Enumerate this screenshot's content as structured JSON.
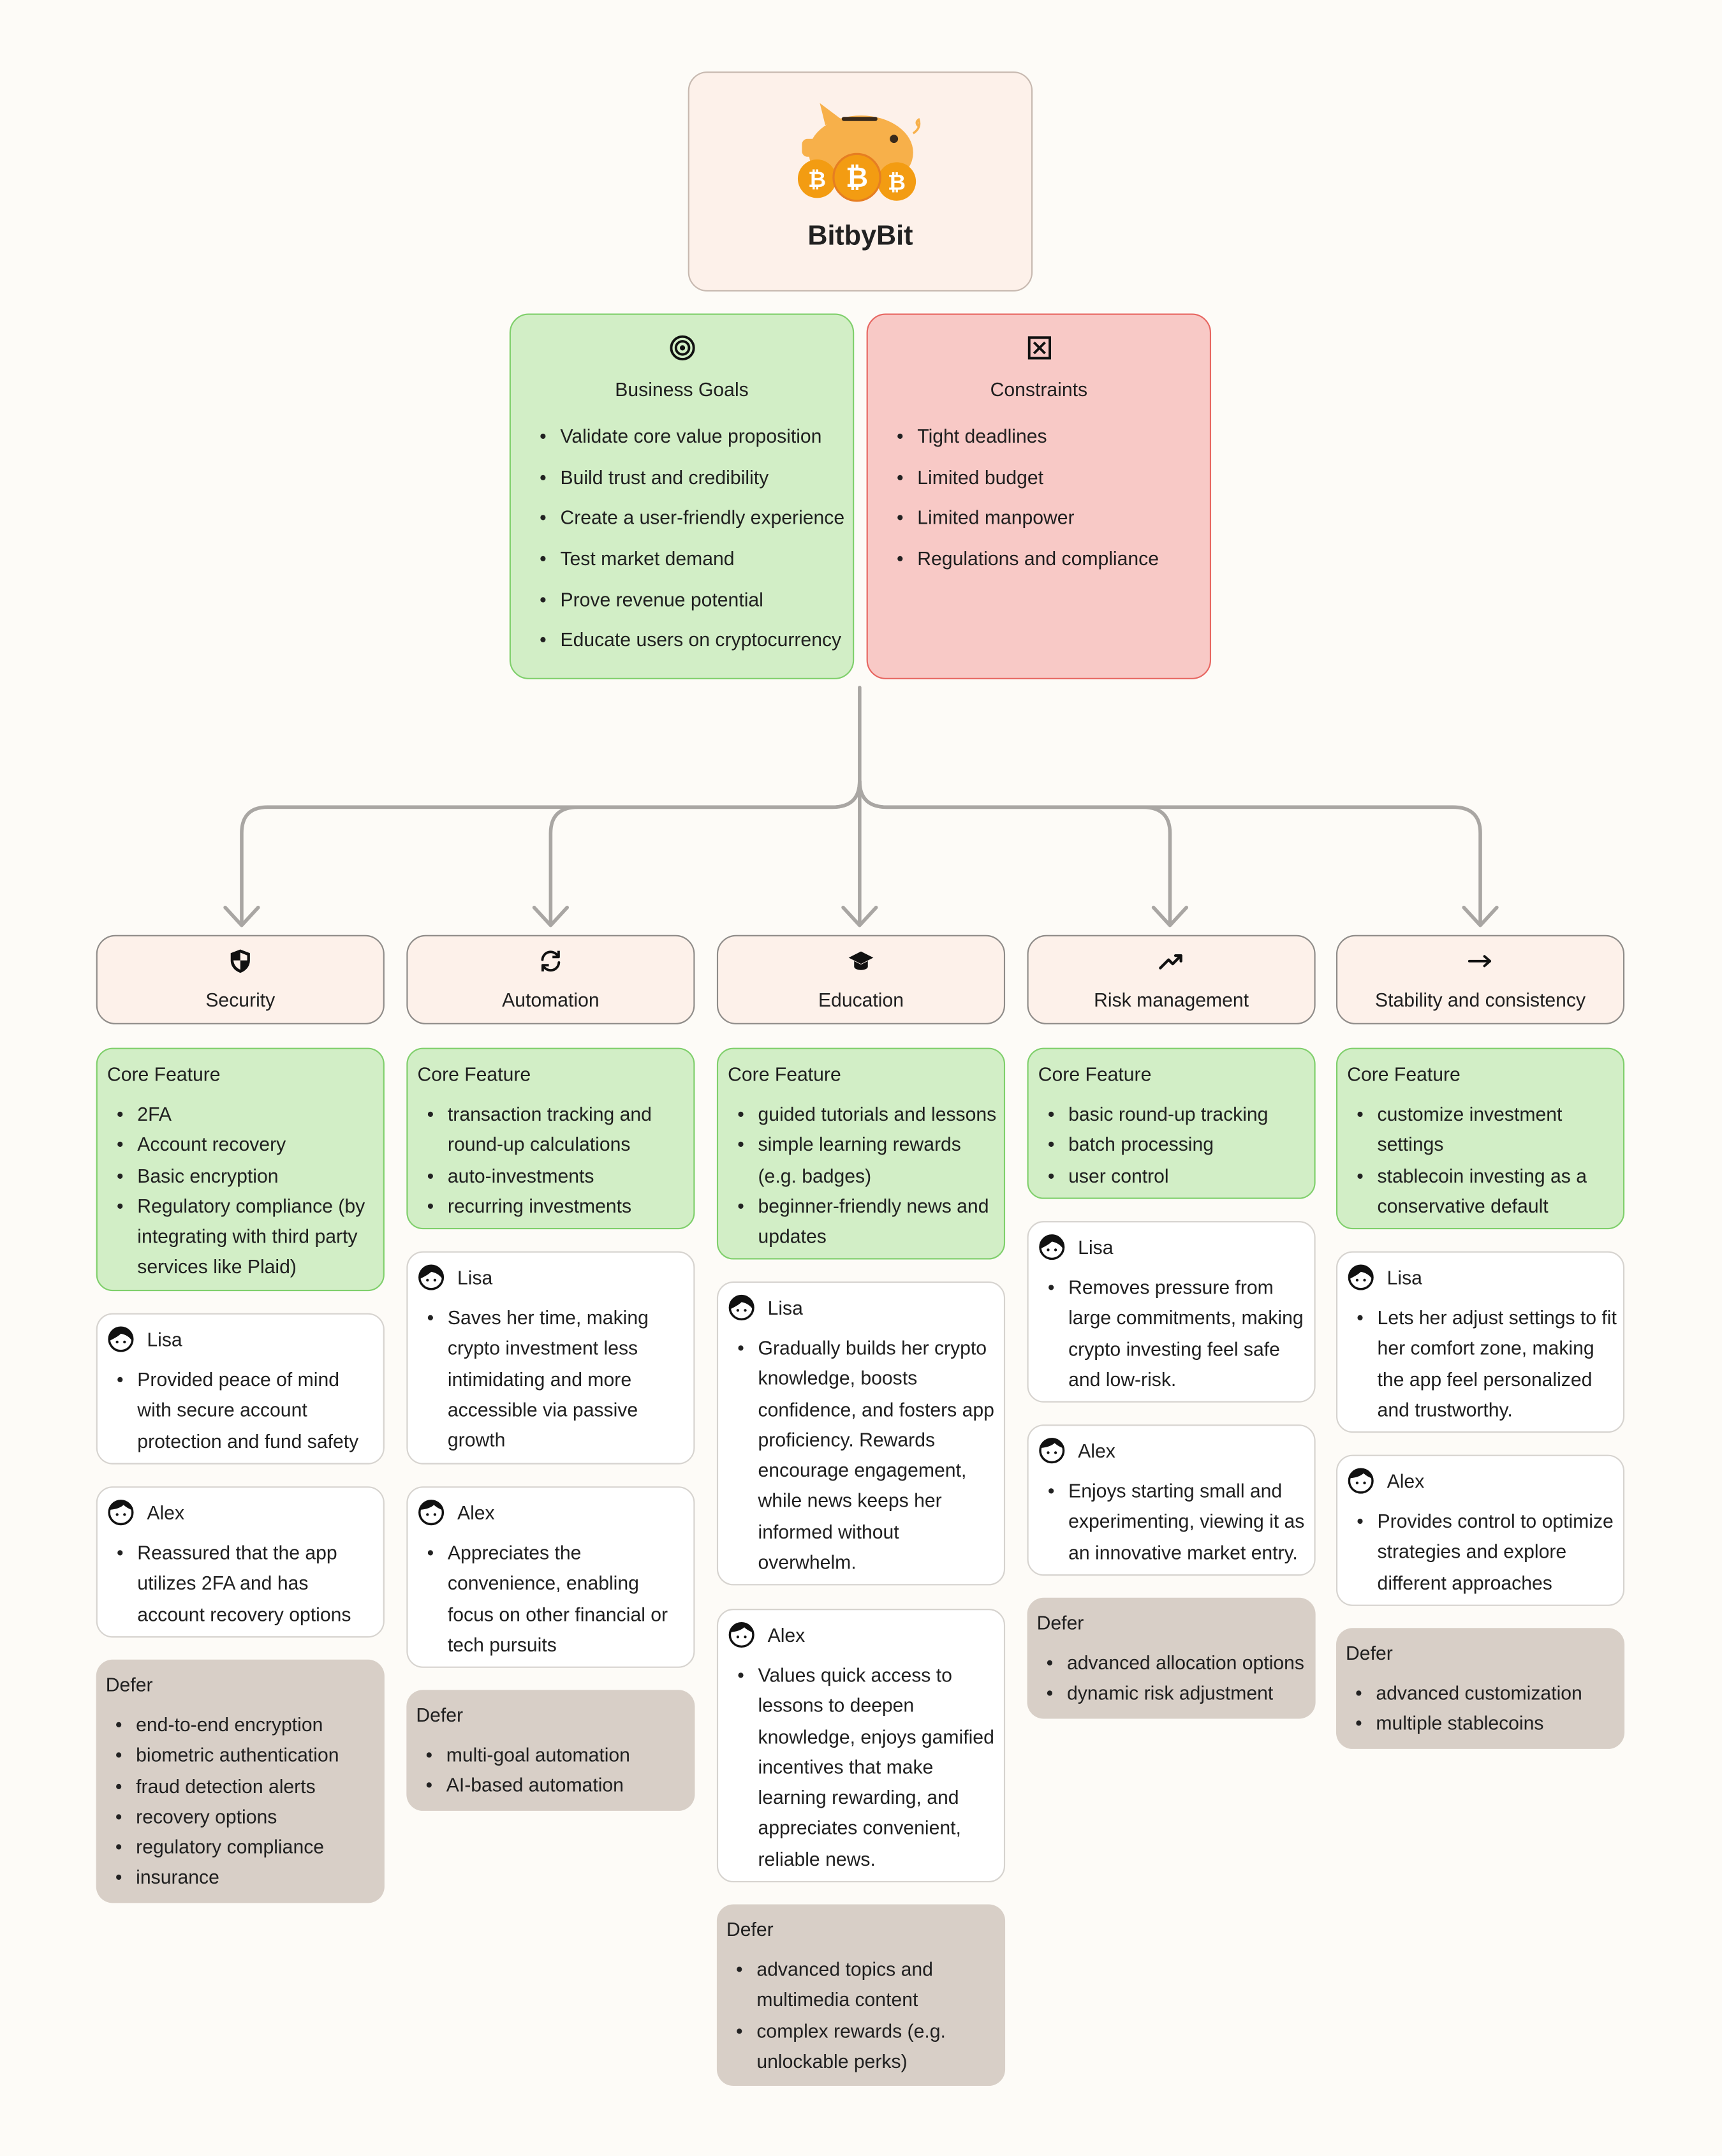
{
  "brand": {
    "name": "BitbyBit"
  },
  "business_goals": {
    "icon": "target-icon",
    "title": "Business Goals",
    "items": [
      "Validate core value proposition",
      "Build trust and credibility",
      "Create a user-friendly experience",
      "Test market demand",
      "Prove revenue potential",
      "Educate users on cryptocurrency"
    ]
  },
  "constraints": {
    "icon": "x-box-icon",
    "title": "Constraints",
    "items": [
      "Tight deadlines",
      "Limited budget",
      "Limited manpower",
      "Regulations and compliance"
    ]
  },
  "colors": {
    "green_bg": "#d2eec6",
    "green_border": "#7fcf6b",
    "red_bg": "#f8c9c6",
    "red_border": "#e76661",
    "defer_bg": "#d8cfc7",
    "header_bg": "#fdf1ea"
  },
  "categories": [
    {
      "title": "Security",
      "icon": "shield-icon",
      "core": {
        "title": "Core Feature",
        "items": [
          "2FA",
          "Account recovery",
          "Basic encryption",
          "Regulatory compliance (by integrating with third party services like Plaid)"
        ]
      },
      "lisa": {
        "title": "Lisa",
        "items": [
          "Provided peace of mind with secure account protection and fund safety"
        ]
      },
      "alex": {
        "title": "Alex",
        "items": [
          "Reassured that the app utilizes 2FA and has account recovery options"
        ]
      },
      "defer": {
        "title": "Defer",
        "items": [
          "end-to-end encryption",
          "biometric authentication",
          "fraud detection alerts",
          "recovery options",
          "regulatory compliance",
          "insurance"
        ]
      }
    },
    {
      "title": "Automation",
      "icon": "refresh-icon",
      "core": {
        "title": "Core Feature",
        "items": [
          "transaction tracking and round-up calculations",
          "auto-investments",
          "recurring investments"
        ]
      },
      "lisa": {
        "title": "Lisa",
        "items": [
          "Saves her time, making crypto investment less intimidating and more accessible via passive growth"
        ]
      },
      "alex": {
        "title": "Alex",
        "items": [
          "Appreciates the convenience, enabling focus on other financial or tech pursuits"
        ]
      },
      "defer": {
        "title": "Defer",
        "items": [
          "multi-goal automation",
          "AI-based automation"
        ]
      }
    },
    {
      "title": "Education",
      "icon": "graduation-cap-icon",
      "core": {
        "title": "Core Feature",
        "items": [
          "guided tutorials and lessons",
          "simple learning rewards (e.g. badges)",
          "beginner-friendly news and updates"
        ]
      },
      "lisa": {
        "title": "Lisa",
        "items": [
          "Gradually builds her crypto knowledge, boosts confidence, and fosters app proficiency. Rewards encourage engagement, while news keeps her informed without overwhelm."
        ]
      },
      "alex": {
        "title": "Alex",
        "items": [
          "Values quick access to lessons to deepen knowledge, enjoys gamified incentives that make learning rewarding, and appreciates convenient, reliable news."
        ]
      },
      "defer": {
        "title": "Defer",
        "items": [
          "advanced topics and multimedia content",
          "complex rewards (e.g. unlockable perks)"
        ]
      }
    },
    {
      "title": "Risk management",
      "icon": "trend-line-icon",
      "core": {
        "title": "Core Feature",
        "items": [
          "basic round-up tracking",
          "batch processing",
          "user control"
        ]
      },
      "lisa": {
        "title": "Lisa",
        "items": [
          "Removes pressure from large commitments, making crypto investing feel safe and low-risk."
        ]
      },
      "alex": {
        "title": "Alex",
        "items": [
          "Enjoys starting small and experimenting, viewing it as an innovative market entry."
        ]
      },
      "defer": {
        "title": "Defer",
        "items": [
          "advanced allocation options",
          "dynamic risk adjustment"
        ]
      }
    },
    {
      "title": "Stability and consistency",
      "icon": "arrow-right-icon",
      "core": {
        "title": "Core Feature",
        "items": [
          "customize investment settings",
          "stablecoin investing as a conservative default"
        ]
      },
      "lisa": {
        "title": "Lisa",
        "items": [
          "Lets her adjust settings to fit her comfort zone, making the app feel personalized and trustworthy."
        ]
      },
      "alex": {
        "title": "Alex",
        "items": [
          "Provides control to optimize strategies and explore different approaches"
        ]
      },
      "defer": {
        "title": "Defer",
        "items": [
          "advanced customization",
          "multiple stablecoins"
        ]
      }
    }
  ]
}
